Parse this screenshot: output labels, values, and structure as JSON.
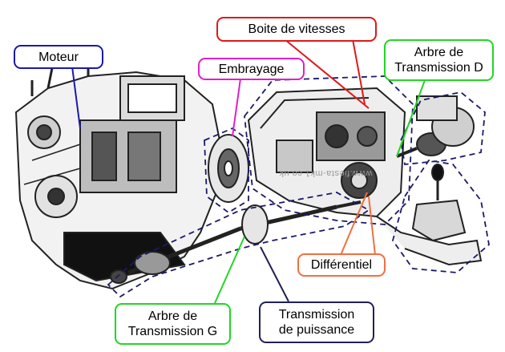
{
  "diagram": {
    "labels": {
      "moteur": "Moteur",
      "embrayage": "Embrayage",
      "boite": "Boite de vitesses",
      "arbre_d": "Arbre de\nTransmission D",
      "differentiel": "Différentiel",
      "arbre_g": "Arbre de\nTransmission G",
      "transmission": "Transmission\nde puissance"
    },
    "watermark": "www.fiesta-mk1.co.uk",
    "colors": {
      "moteur": "#1a1aa8",
      "embrayage": "#e020c8",
      "boite": "#e01818",
      "arbre_d": "#22d622",
      "differentiel": "#f07040",
      "arbre_g": "#22d622",
      "transmission": "#20205a",
      "outline": "#1a1a6a",
      "drawing": "#222222"
    }
  }
}
